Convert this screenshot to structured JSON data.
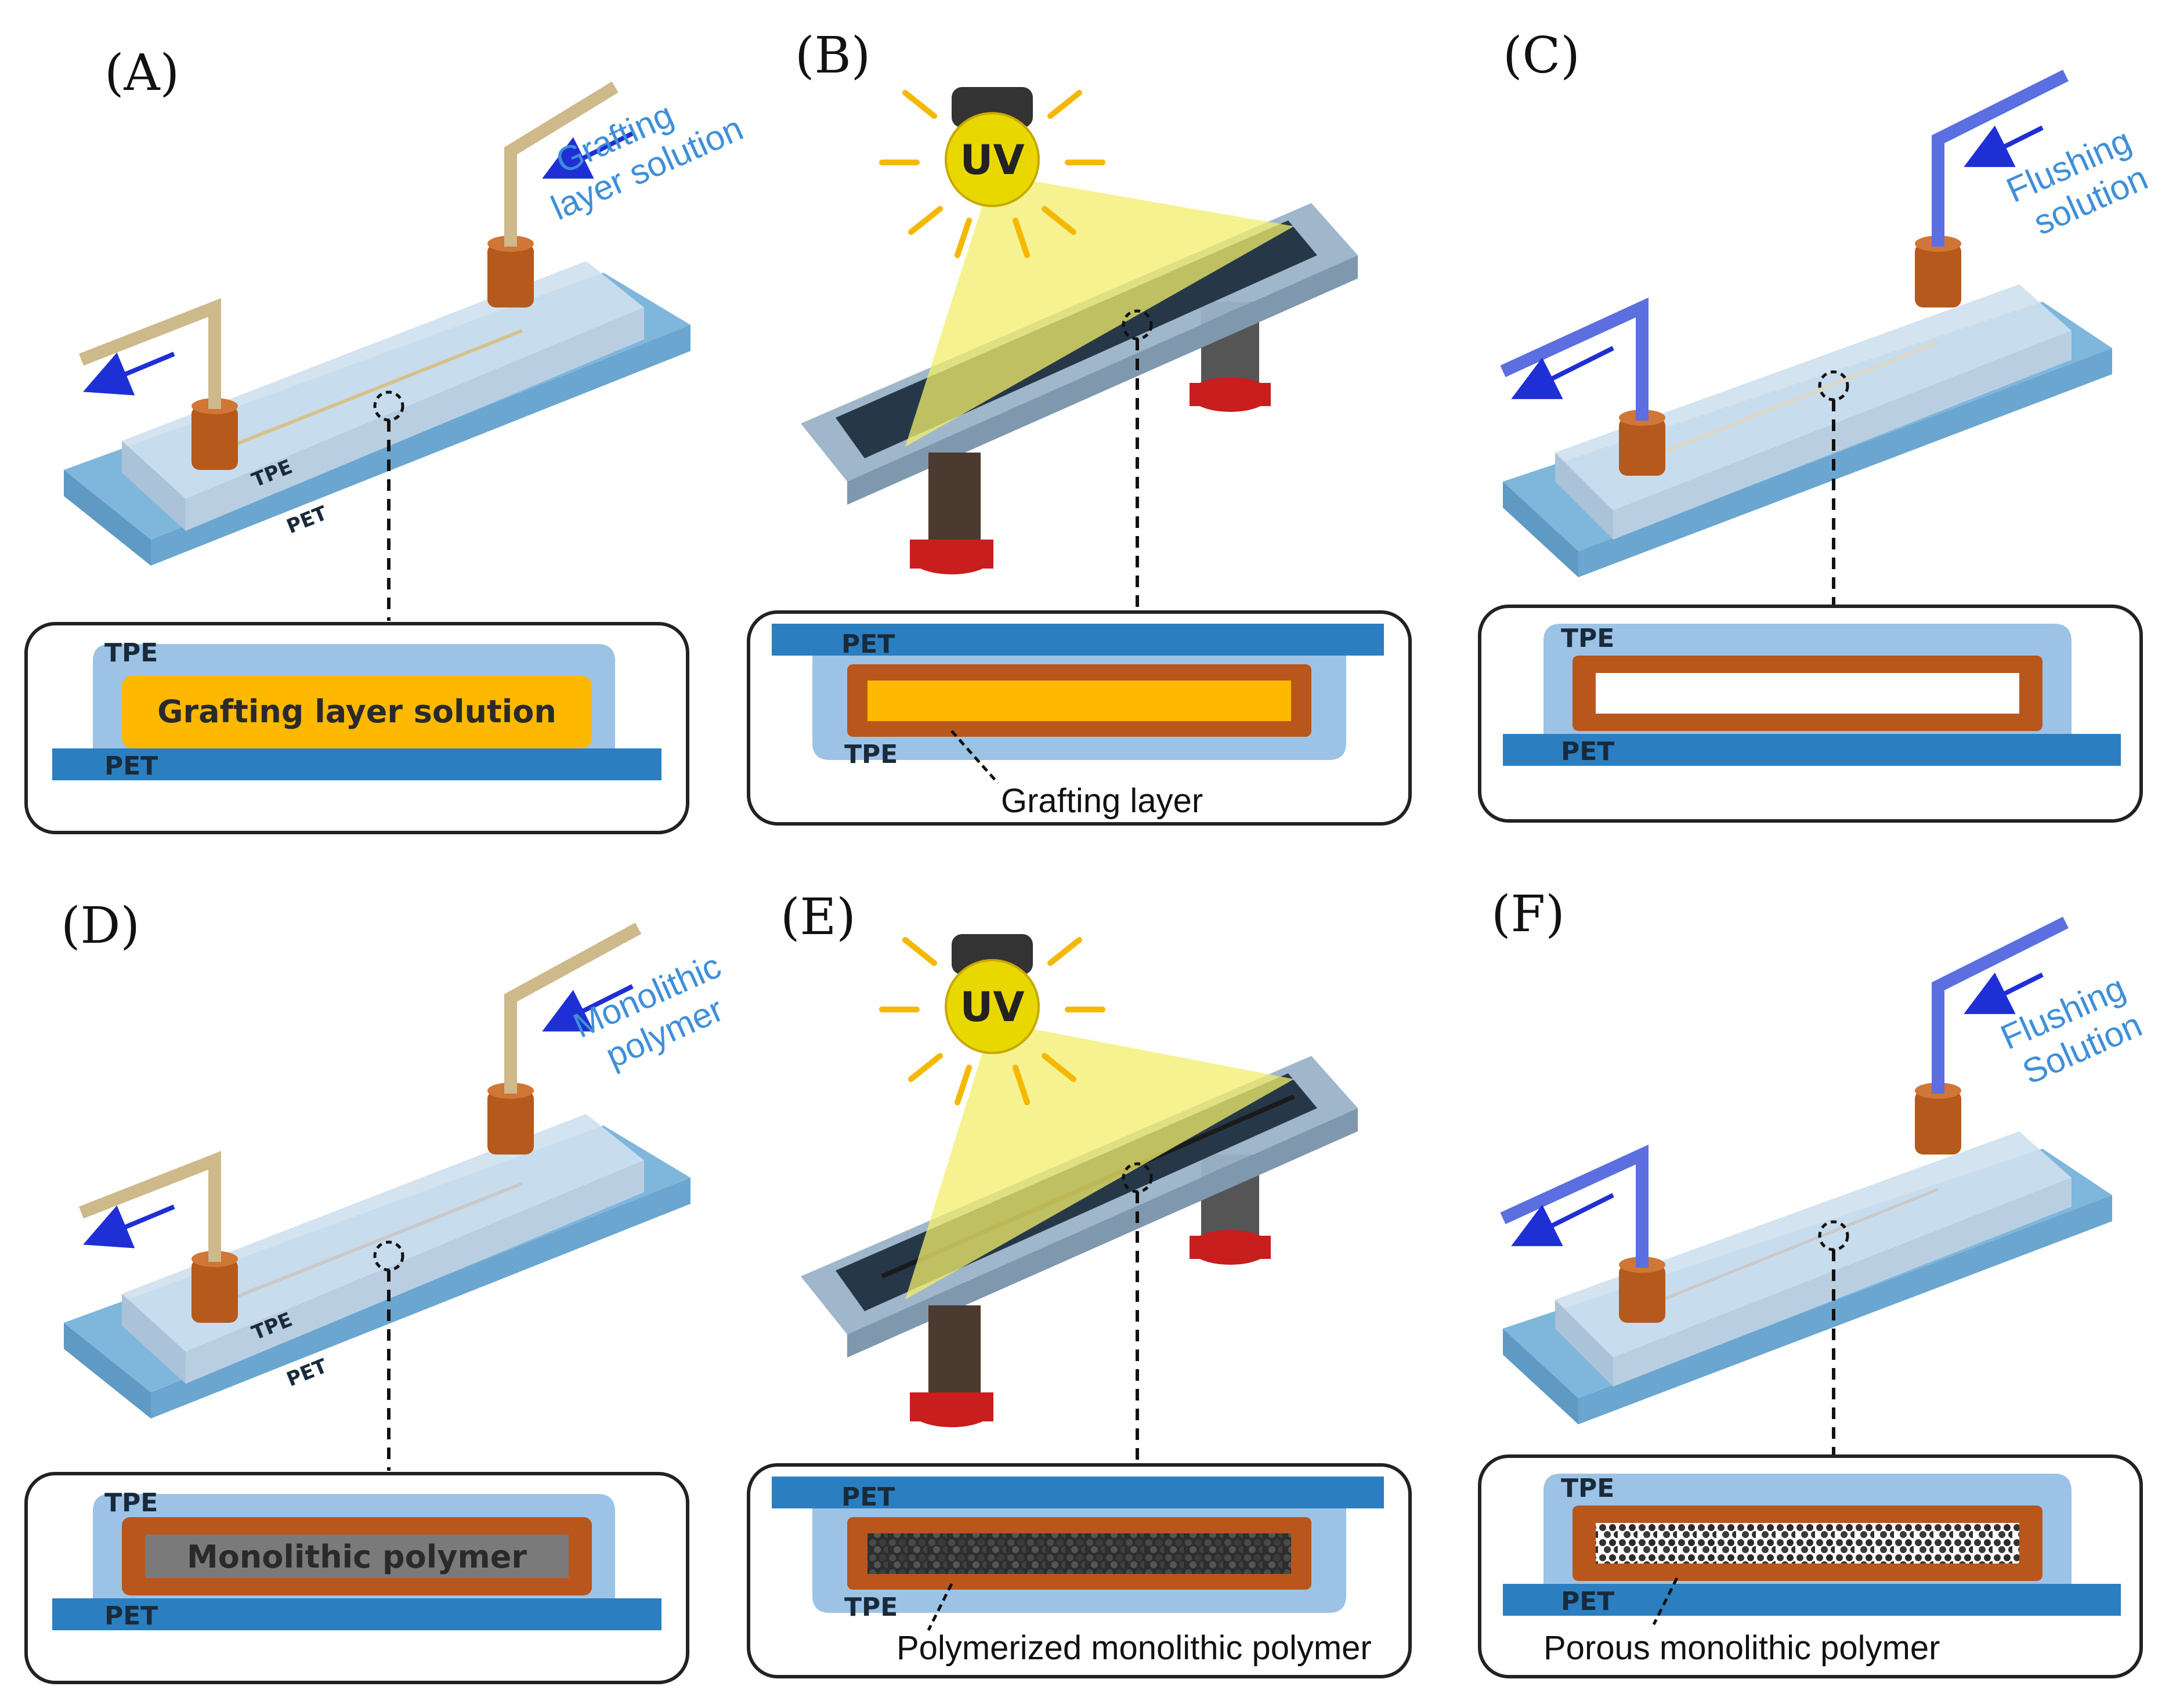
{
  "colors": {
    "tpe": "#9cc3e6",
    "pet": "#2b7fc1",
    "chip_top": "#cfe0ee",
    "chip_side": "#aac3d8",
    "base": "#7fb6dc",
    "port": "#b55a1c",
    "grafting_solution": "#ffb800",
    "grafting_layer": "#b9561c",
    "monolith": "#7a7a7a",
    "uv_light": "#f3ee6b",
    "uv_lamp": "#e8d800",
    "arrow": "#1f2fd6",
    "tube_tan": "#cdb98a",
    "tube_blue": "#5b6fe0",
    "red_part": "#c81e1e",
    "dark_plate": "#263848"
  },
  "panels": [
    {
      "id": "A",
      "letter": "(A)",
      "flow_label": [
        "Grafting",
        "layer solution"
      ],
      "chip_layers": {
        "top": "TPE",
        "bottom": "PET"
      },
      "detail": {
        "top_layer": "TPE",
        "bottom_layer": "PET",
        "fill_label": "Grafting layer solution"
      }
    },
    {
      "id": "B",
      "letter": "(B)",
      "uv_label": "UV",
      "detail": {
        "top_layer": "PET",
        "bottom_layer": "TPE",
        "caption": "Grafting layer"
      }
    },
    {
      "id": "C",
      "letter": "(C)",
      "flow_label": [
        "Flushing",
        "solution"
      ],
      "detail": {
        "top_layer": "TPE",
        "bottom_layer": "PET"
      }
    },
    {
      "id": "D",
      "letter": "(D)",
      "flow_label": [
        "Monolithic",
        "polymer"
      ],
      "chip_layers": {
        "top": "TPE",
        "bottom": "PET"
      },
      "detail": {
        "top_layer": "TPE",
        "bottom_layer": "PET",
        "fill_label": "Monolithic polymer"
      }
    },
    {
      "id": "E",
      "letter": "(E)",
      "uv_label": "UV",
      "detail": {
        "top_layer": "PET",
        "bottom_layer": "TPE",
        "caption": "Polymerized monolithic polymer"
      }
    },
    {
      "id": "F",
      "letter": "(F)",
      "flow_label": [
        "Flushing",
        "Solution"
      ],
      "detail": {
        "top_layer": "TPE",
        "bottom_layer": "PET",
        "caption": "Porous monolithic polymer"
      }
    }
  ]
}
